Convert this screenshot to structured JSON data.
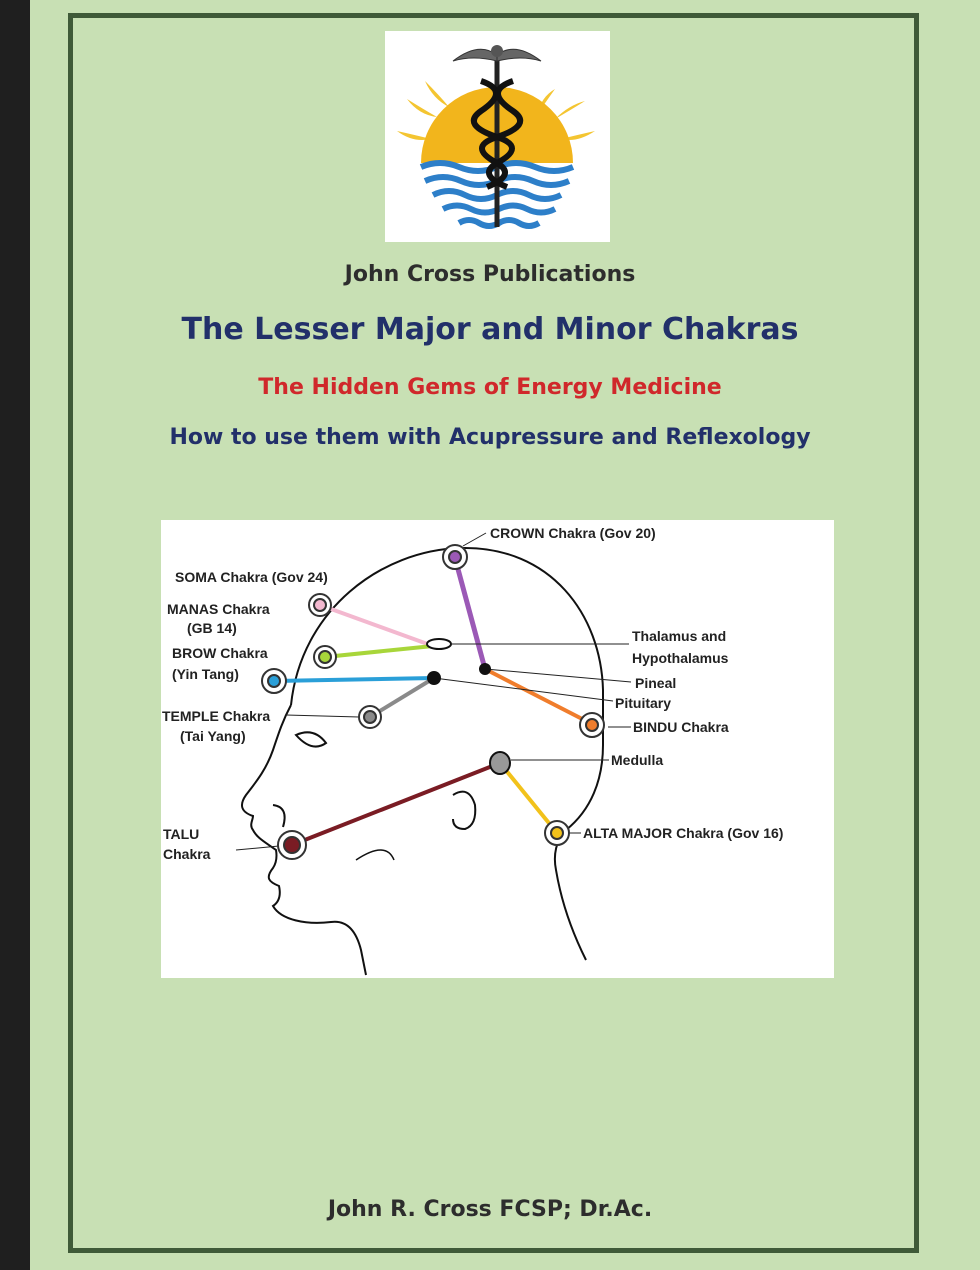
{
  "cover": {
    "publisher": "John Cross Publications",
    "title": "The Lesser Major and Minor Chakras",
    "subtitle": "The Hidden Gems of Energy Medicine",
    "tagline": "How to use them with Acupressure and Reflexology",
    "author": "John R. Cross FCSP; Dr.Ac."
  },
  "logo": {
    "icon": "caduceus-sun-waves-logo"
  },
  "diagram": {
    "labels": {
      "crown": "CROWN Chakra (Gov 20)",
      "soma": "SOMA Chakra (Gov 24)",
      "manas_1": "MANAS Chakra",
      "manas_2": "(GB 14)",
      "brow_1": "BROW Chakra",
      "brow_2": "(Yin Tang)",
      "temple_1": "TEMPLE Chakra",
      "temple_2": "(Tai Yang)",
      "talu_1": "TALU",
      "talu_2": "Chakra",
      "thalamus_1": "Thalamus and",
      "thalamus_2": "Hypothalamus",
      "pineal": "Pineal",
      "pituitary": "Pituitary",
      "bindu": "BINDU Chakra",
      "medulla": "Medulla",
      "alta_major": "ALTA MAJOR Chakra (Gov 16)"
    },
    "colors": {
      "crown": "#9b59b6",
      "soma": "#f3a6c4",
      "manas": "#a8d63a",
      "brow": "#2a9fd8",
      "temple": "#8a8a8a",
      "bindu": "#f07d2c",
      "alta_major": "#f2c21b",
      "talu": "#7a1c24"
    }
  }
}
